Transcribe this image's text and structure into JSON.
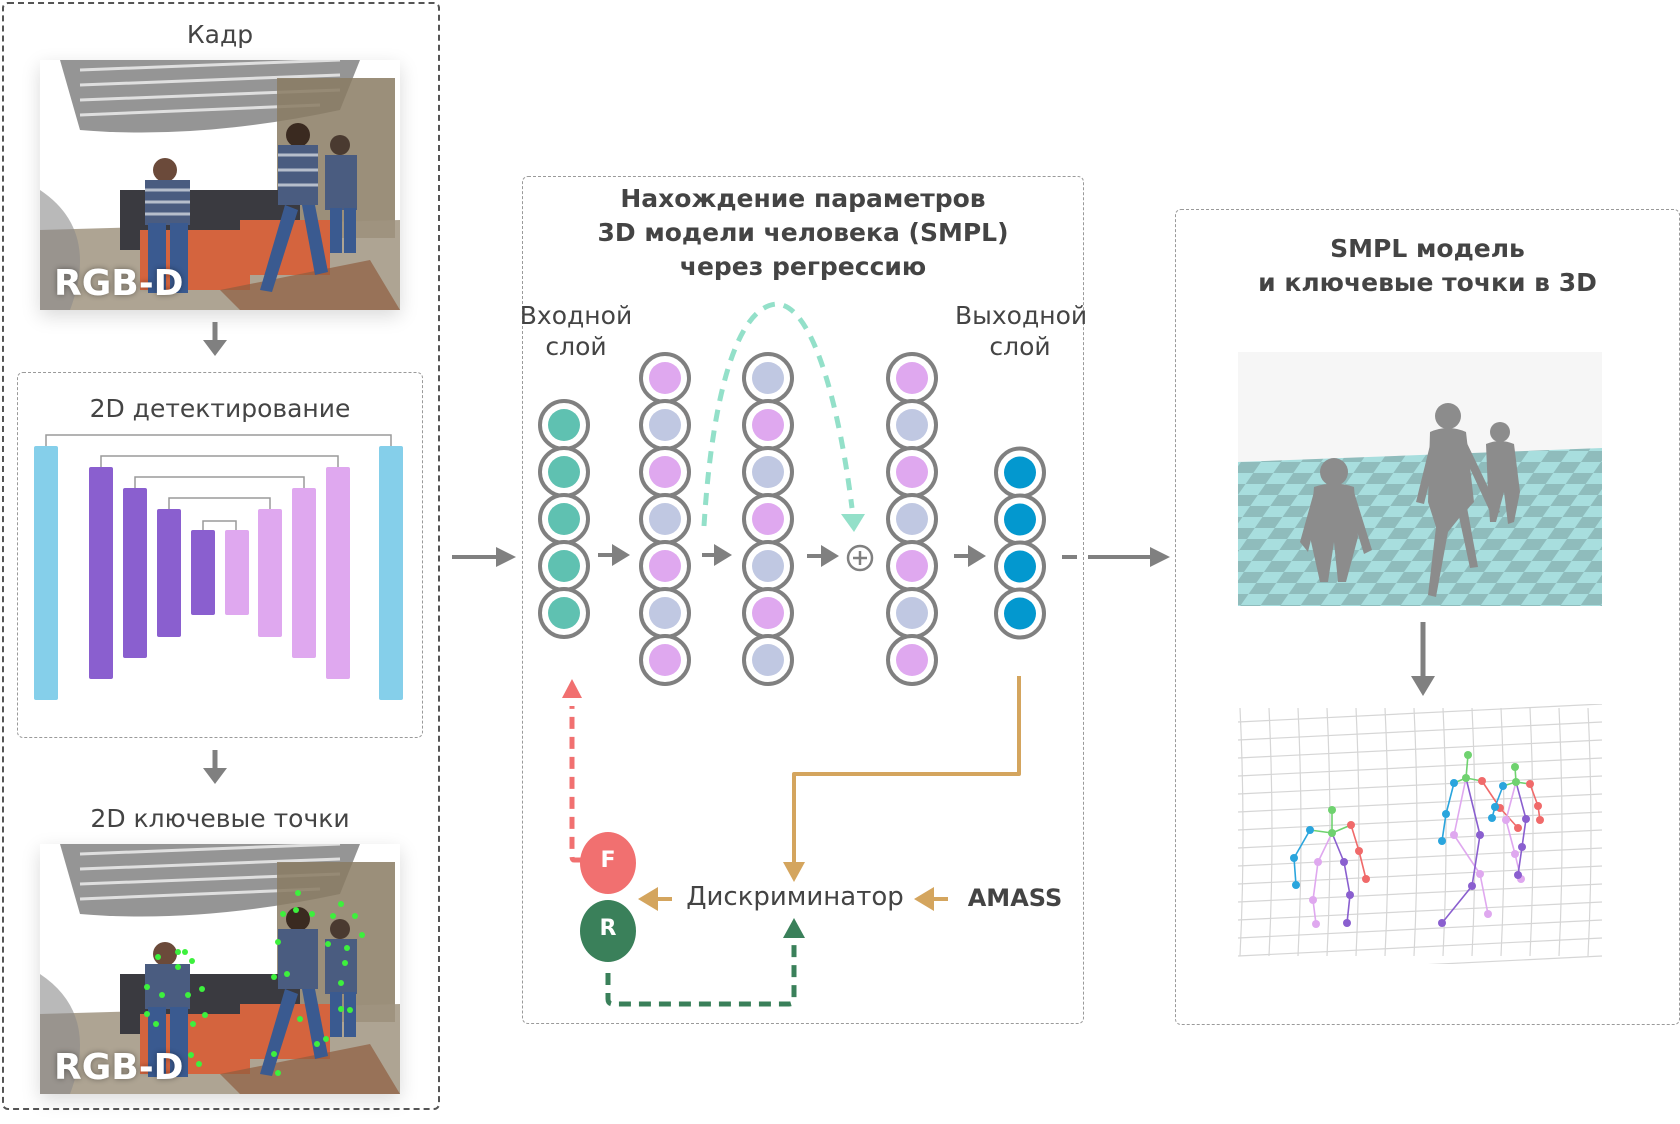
{
  "left_panel": {
    "frame_title": "Кадр",
    "frame_badge": "RGB-D",
    "detection_title": "2D детектирование",
    "keypoints_title": "2D ключевые точки",
    "keypoints_badge": "RGB-D"
  },
  "middle_panel": {
    "title_line1": "Нахождение параметров",
    "title_line2": "3D модели человека (SMPL)",
    "title_line3": "через регрессию",
    "input_label_line1": "Входной",
    "input_label_line2": "слой",
    "output_label_line1": "Выходной",
    "output_label_line2": "слой",
    "plus_symbol": "⊕",
    "fake_label": "F",
    "real_label": "R",
    "discriminator_label": "Дискриминатор",
    "amass_label": "AMASS",
    "layers": [
      {
        "role": "input",
        "nodes": [
          "teal",
          "teal",
          "teal",
          "teal",
          "teal"
        ]
      },
      {
        "role": "hidden",
        "nodes": [
          "pink",
          "lavender",
          "pink",
          "lavender",
          "pink",
          "lavender",
          "pink"
        ]
      },
      {
        "role": "hidden",
        "nodes": [
          "lavender",
          "pink",
          "lavender",
          "pink",
          "lavender",
          "pink",
          "lavender"
        ]
      },
      {
        "role": "hidden",
        "nodes": [
          "pink",
          "lavender",
          "pink",
          "lavender",
          "pink",
          "lavender",
          "pink"
        ]
      },
      {
        "role": "output",
        "nodes": [
          "blue",
          "blue",
          "blue",
          "blue"
        ]
      }
    ]
  },
  "right_panel": {
    "title_line1": "SMPL модель",
    "title_line2": "и ключевые точки в 3D"
  },
  "colors": {
    "teal": "#5fc1b1",
    "pink": "#dfa8ef",
    "lavender": "#c0c8e2",
    "blue": "#0398cf",
    "purple_dark": "#8a5fcf",
    "purple_light": "#dfa8ef",
    "cyan_bar": "#85cfea",
    "fake": "#f17070",
    "real": "#3a805a",
    "gold": "#d4a55e",
    "mint": "#93e0c9",
    "arrow_gray": "#808080"
  }
}
